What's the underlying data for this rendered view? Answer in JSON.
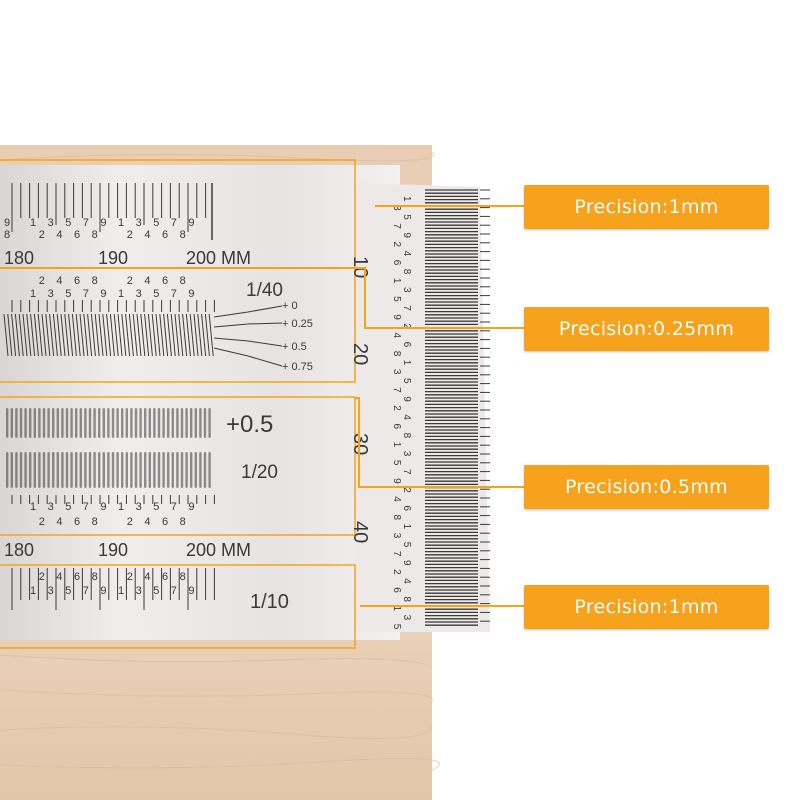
{
  "ruler": {
    "mm_labels_top": [
      "180",
      "190",
      "200 MM"
    ],
    "mm_labels_bottom": [
      "180",
      "190",
      "200 MM"
    ],
    "vertical_numbers": [
      "10",
      "20",
      "30",
      "40"
    ],
    "digit_row_upper": [
      "1",
      "3",
      "5",
      "7",
      "9"
    ],
    "digit_row_lower": [
      "2",
      "4",
      "6",
      "8"
    ],
    "digit_row_tick": "9",
    "digit_row_tick_lower": "8",
    "section_1_40": {
      "fraction": "1/40",
      "offsets": [
        "+ 0",
        "+ 0.25",
        "+ 0.5",
        "+ 0.75"
      ]
    },
    "section_1_20": {
      "offset": "+0.5",
      "fraction": "1/20"
    },
    "section_1_10": {
      "fraction": "1/10"
    }
  },
  "callouts": [
    {
      "label": "Precision:1mm"
    },
    {
      "label": "Precision:0.25mm"
    },
    {
      "label": "Precision:0.5mm"
    },
    {
      "label": "Precision:1mm"
    }
  ],
  "colors": {
    "accent": "#f6a21d",
    "metal": "#ebe8e7",
    "wood": "#ead2bb",
    "ink": "#3a3a3a"
  }
}
